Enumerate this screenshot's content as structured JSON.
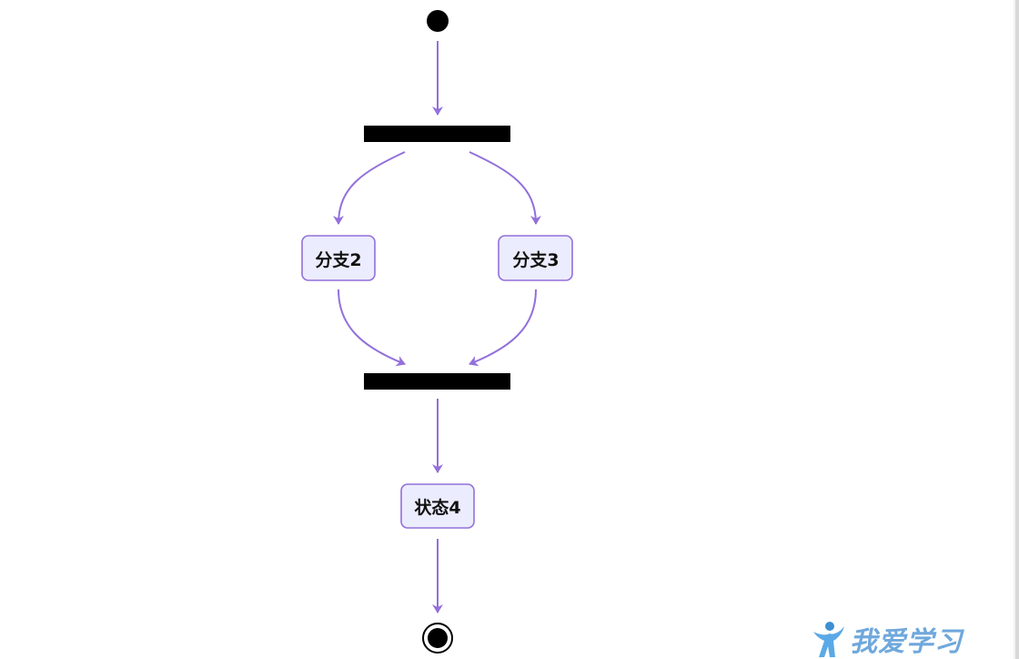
{
  "diagram": {
    "nodes": {
      "branch2": {
        "label": "分支2"
      },
      "branch3": {
        "label": "分支3"
      },
      "state4": {
        "label": "状态4"
      }
    },
    "colors": {
      "edge": "#9370db",
      "node_fill": "#ececff",
      "node_border": "#9370db",
      "bar": "#000000",
      "start": "#000000",
      "end": "#000000"
    }
  },
  "watermark": {
    "text": "我爱学习",
    "icon": "person-figure-icon"
  }
}
